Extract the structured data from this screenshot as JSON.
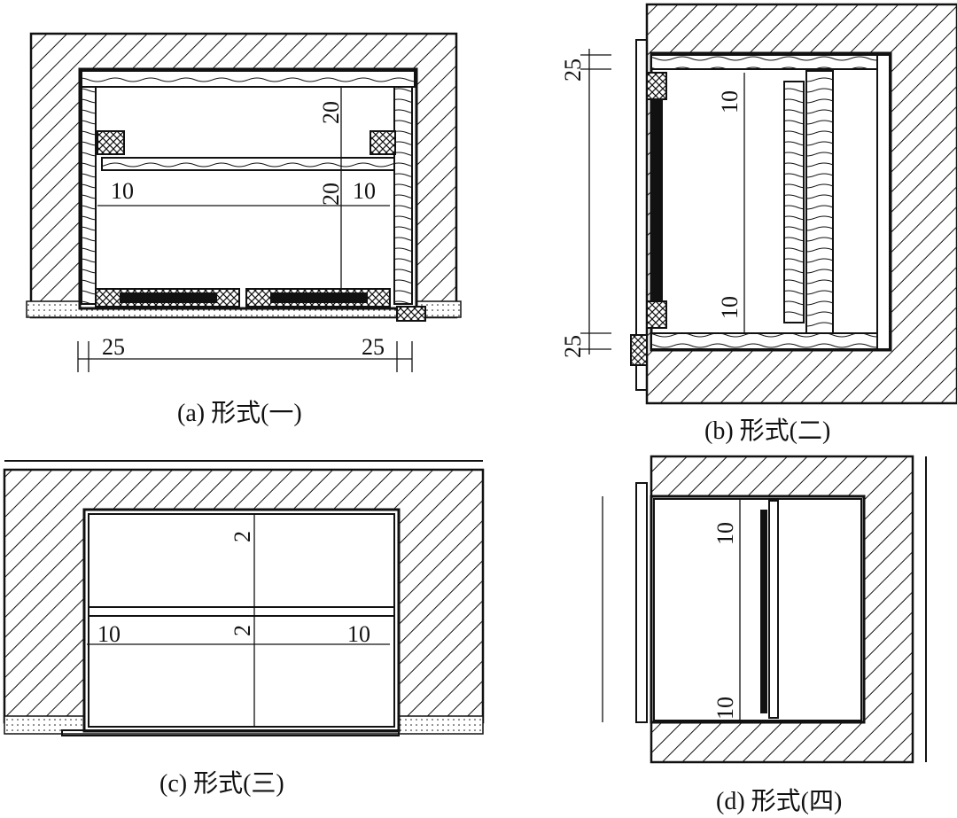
{
  "figures": {
    "a": {
      "caption": "(a) 形式(一)",
      "dims": {
        "top_shelf": "20",
        "bottom_shelf": "20",
        "left_gap": "10",
        "right_gap": "10",
        "left_frame": "25",
        "right_frame": "25"
      }
    },
    "b": {
      "caption": "(b) 形式(二)",
      "dims": {
        "top_frame": "25",
        "bottom_frame": "25",
        "top_gap": "10",
        "bottom_gap": "10"
      }
    },
    "c": {
      "caption": "(c) 形式(三)",
      "dims": {
        "top_shelf": "2",
        "bottom_shelf": "2",
        "left_gap": "10",
        "right_gap": "10"
      }
    },
    "d": {
      "caption": "(d) 形式(四)",
      "dims": {
        "top_gap": "10",
        "bottom_gap": "10"
      }
    }
  }
}
